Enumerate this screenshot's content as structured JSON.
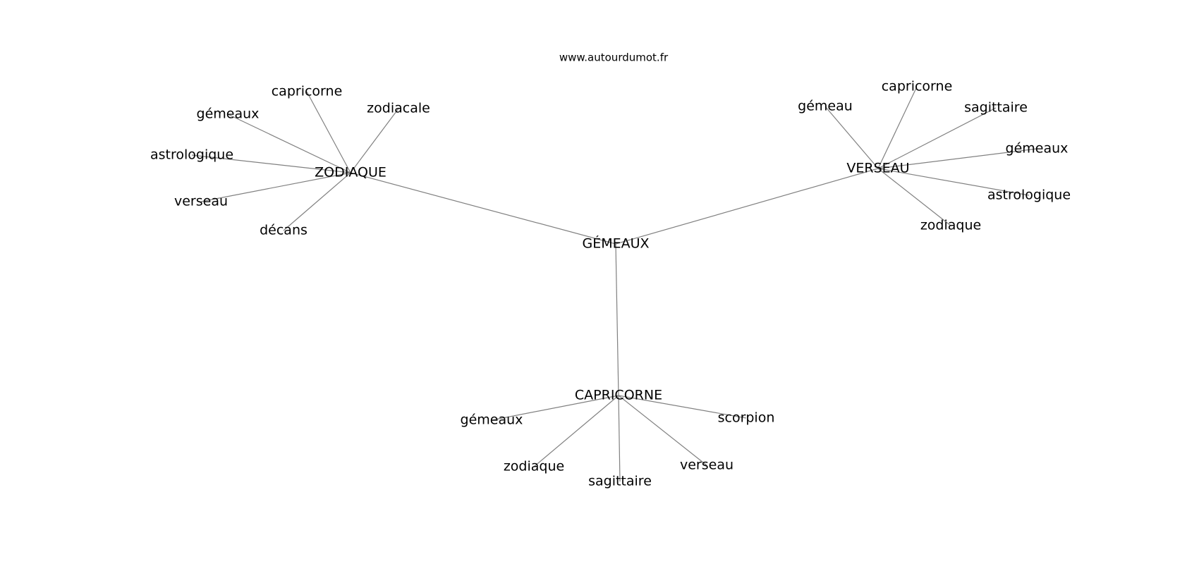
{
  "site": "www.autourdumot.fr",
  "center": "GÉMEAUX",
  "hubs": [
    {
      "label": "ZODIAQUE",
      "leaves": [
        "capricorne",
        "zodiacale",
        "gémeaux",
        "astrologique",
        "verseau",
        "décans"
      ]
    },
    {
      "label": "VERSEAU",
      "leaves": [
        "capricorne",
        "gémeau",
        "sagittaire",
        "gémeaux",
        "astrologique",
        "zodiaque"
      ]
    },
    {
      "label": "CAPRICORNE",
      "leaves": [
        "gémeaux",
        "scorpion",
        "zodiaque",
        "verseau",
        "sagittaire"
      ]
    }
  ]
}
